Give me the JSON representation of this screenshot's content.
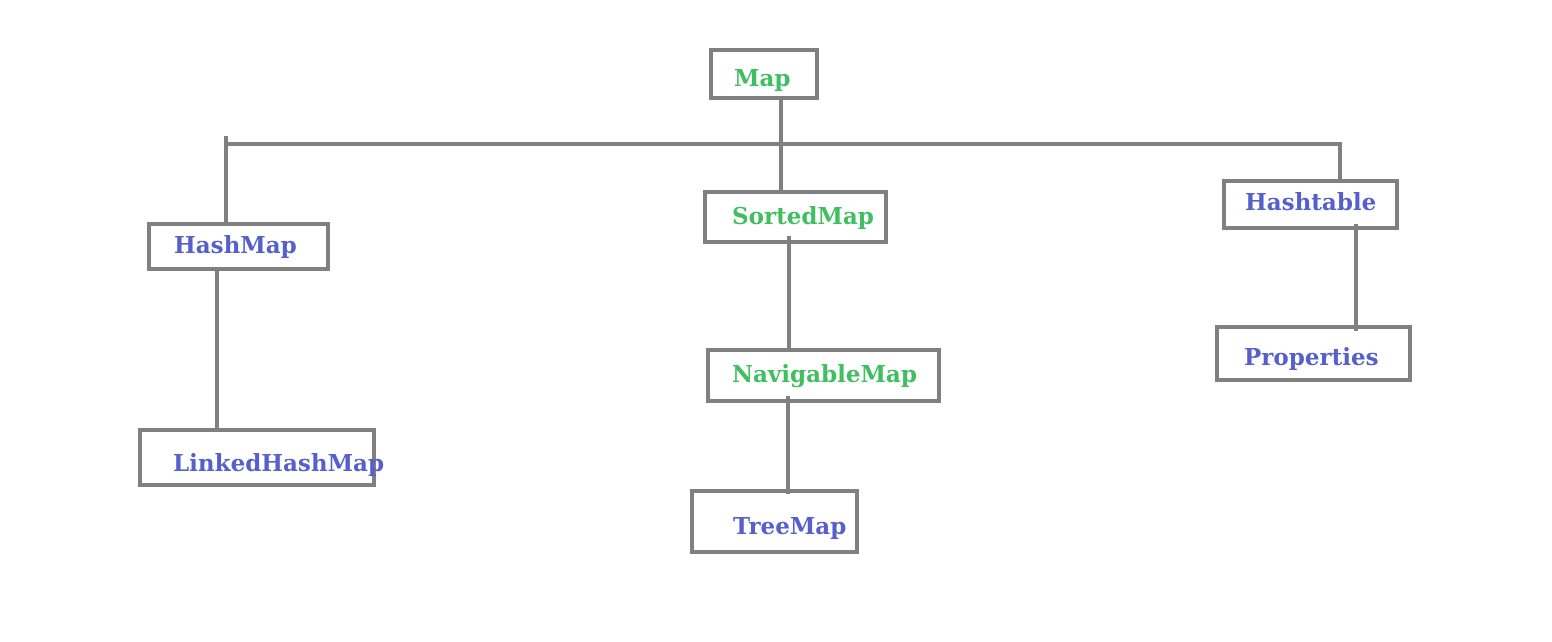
{
  "diagram": {
    "colors": {
      "interface": "#3fbf5f",
      "class": "#5560cc",
      "connector": "#808080",
      "background": "#ffffff"
    },
    "nodes": {
      "map": {
        "label": "Map",
        "kind": "interface"
      },
      "hashmap": {
        "label": "HashMap",
        "kind": "class"
      },
      "sortedmap": {
        "label": "SortedMap",
        "kind": "interface"
      },
      "hashtable": {
        "label": "Hashtable",
        "kind": "class"
      },
      "linkedhashmap": {
        "label": "LinkedHashMap",
        "kind": "class"
      },
      "navigablemap": {
        "label": "NavigableMap",
        "kind": "interface"
      },
      "properties": {
        "label": "Properties",
        "kind": "class"
      },
      "treemap": {
        "label": "TreeMap",
        "kind": "class"
      }
    },
    "edges": [
      {
        "from": "Map",
        "to": "HashMap"
      },
      {
        "from": "Map",
        "to": "SortedMap"
      },
      {
        "from": "Map",
        "to": "Hashtable"
      },
      {
        "from": "HashMap",
        "to": "LinkedHashMap"
      },
      {
        "from": "SortedMap",
        "to": "NavigableMap"
      },
      {
        "from": "NavigableMap",
        "to": "TreeMap"
      },
      {
        "from": "Hashtable",
        "to": "Properties"
      }
    ]
  }
}
